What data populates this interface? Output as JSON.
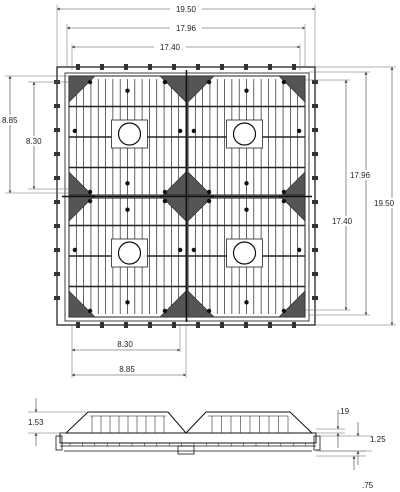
{
  "drawing": {
    "top_view": {
      "dims": {
        "overall_width": "19.50",
        "width_17_96": "17.96",
        "width_17_40": "17.40",
        "left_8_85": "8.85",
        "left_8_30": "8.30",
        "bottom_8_30": "8.30",
        "bottom_8_85": "8.85",
        "right_17_96": "17.96",
        "right_17_40": "17.40",
        "right_19_50": "19.50"
      }
    },
    "side_view": {
      "dims": {
        "height_1_53": "1.53",
        "rim_0_19": ".19",
        "height_1_25": "1.25",
        "foot_0_75": ".75"
      }
    }
  }
}
